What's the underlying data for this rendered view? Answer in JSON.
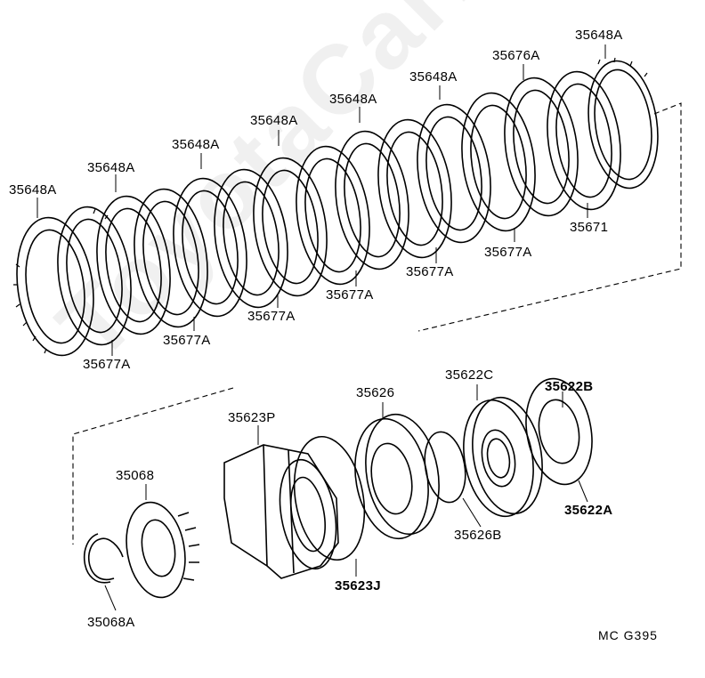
{
  "diagram": {
    "watermark": "ToyotaCarParts",
    "code": "MC  G395"
  },
  "labels": {
    "p35648A_1": "35648A",
    "p35648A_2": "35648A",
    "p35648A_3": "35648A",
    "p35648A_4": "35648A",
    "p35648A_5": "35648A",
    "p35648A_6": "35648A",
    "p35648A_7": "35648A",
    "p35676A": "35676A",
    "p35671": "35671",
    "p35677A_1": "35677A",
    "p35677A_2": "35677A",
    "p35677A_3": "35677A",
    "p35677A_4": "35677A",
    "p35677A_5": "35677A",
    "p35677A_6": "35677A",
    "p35622B": "35622B",
    "p35622C": "35622C",
    "p35626": "35626",
    "p35623P": "35623P",
    "p35068": "35068",
    "p35626B": "35626B",
    "p35622A": "35622A",
    "p35623J": "35623J",
    "p35068A": "35068A"
  }
}
